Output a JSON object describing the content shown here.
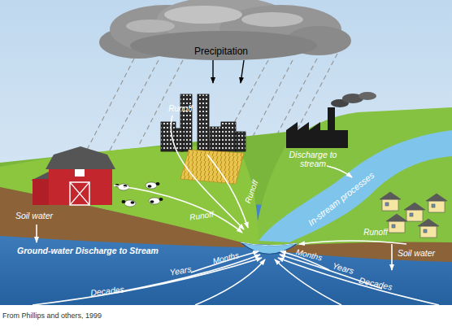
{
  "diagram": {
    "caption": "From Phillips and others, 1999",
    "labels": [
      "Precipitation",
      "Runoff",
      "Discharge to stream",
      "Runoff",
      "Runoff",
      "In-stream processes",
      "Runoff",
      "Soil water",
      "Ground-water Discharge to Stream",
      "Months",
      "Soil water",
      "Months",
      "Years",
      "Years",
      "Decades",
      "Decades"
    ]
  }
}
